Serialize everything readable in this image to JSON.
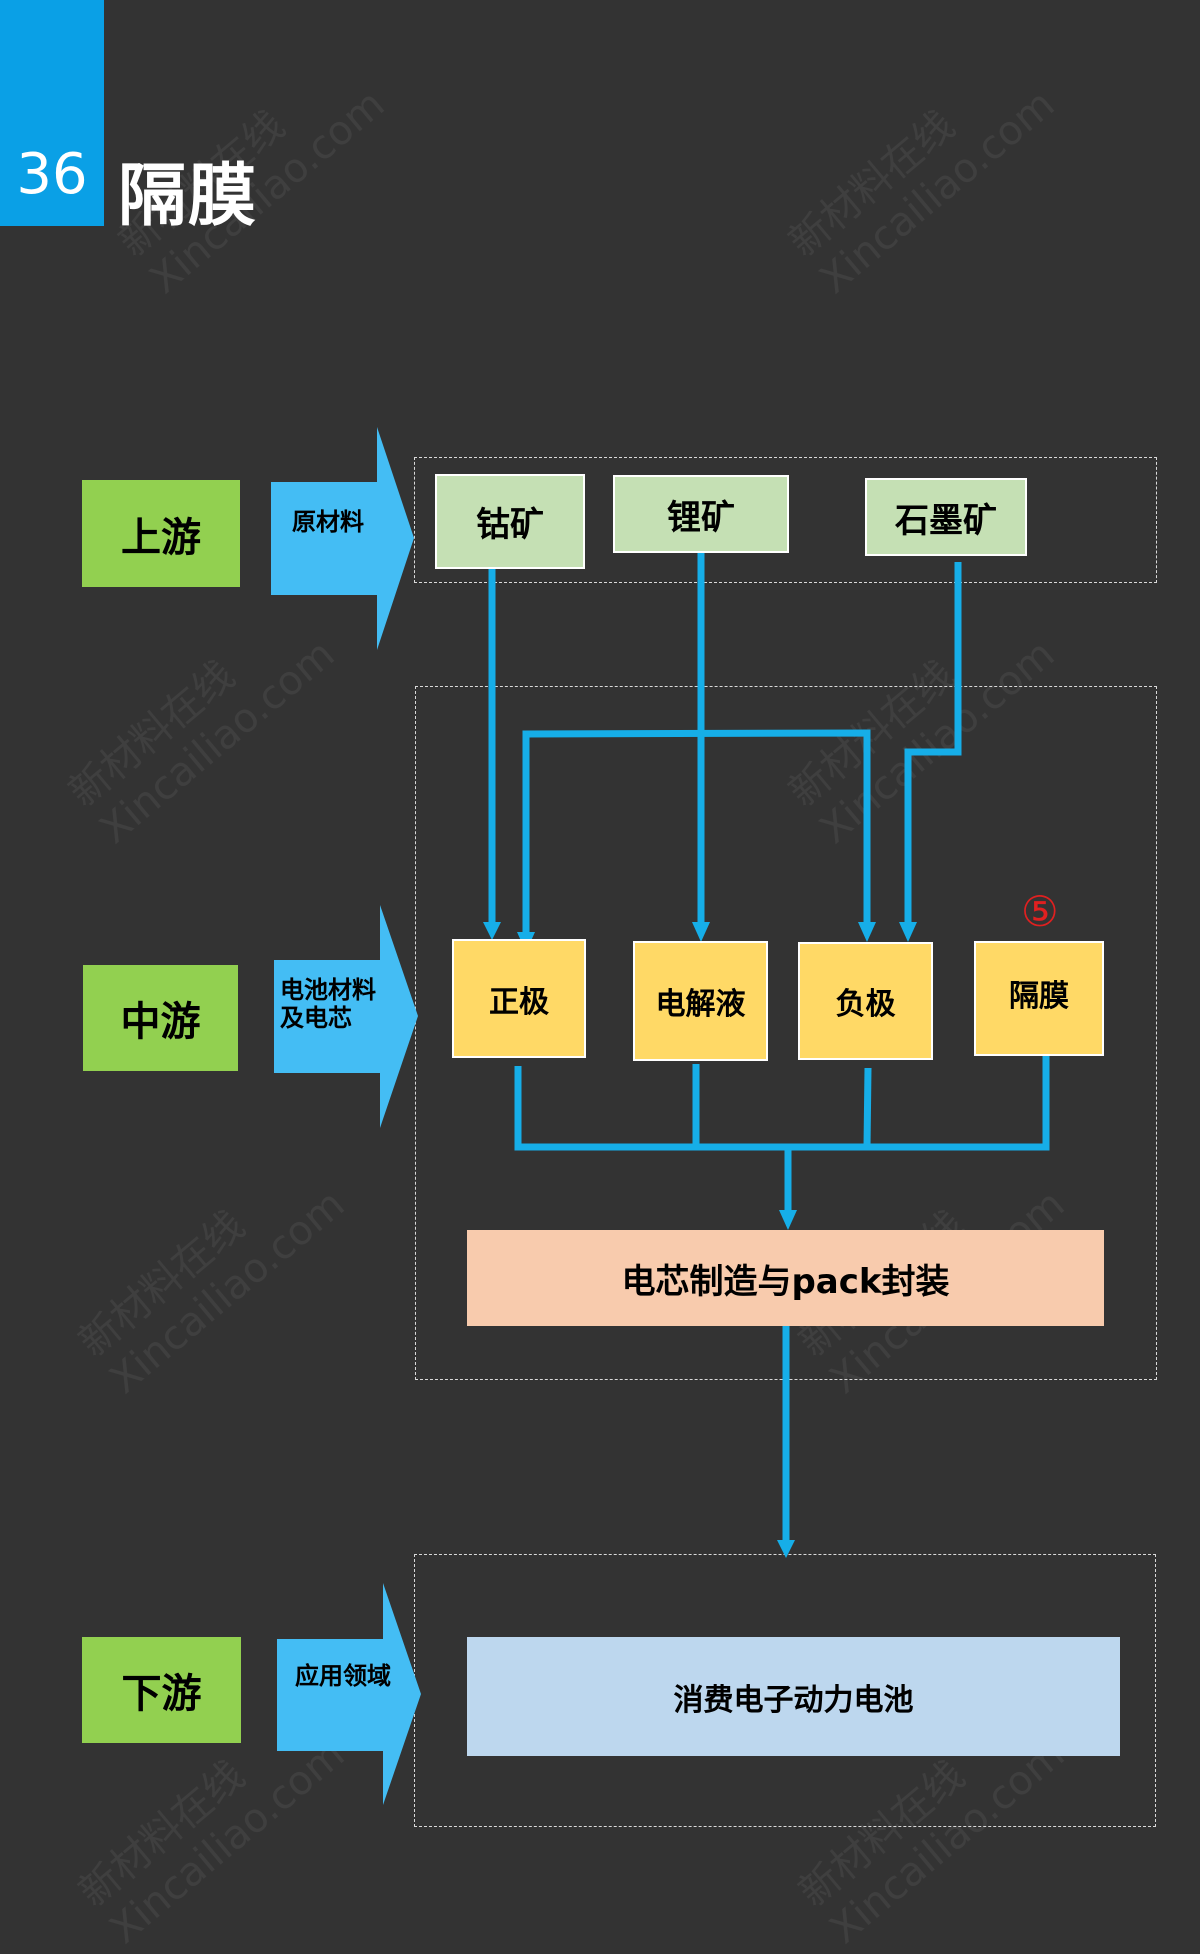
{
  "header": {
    "number": "36",
    "title": "隔膜"
  },
  "stages": [
    {
      "name": "上游",
      "arrow_label": "原材料"
    },
    {
      "name": "中游",
      "arrow_label": "电池材料及电芯"
    },
    {
      "name": "下游",
      "arrow_label": "应用领域"
    }
  ],
  "upstream": {
    "items": [
      "钴矿",
      "锂矿",
      "石墨矿"
    ]
  },
  "midstream": {
    "materials": [
      "正极",
      "电解液",
      "负极",
      "隔膜"
    ],
    "highlight_marker": "⑤",
    "assembly": "电芯制造与pack封装"
  },
  "downstream": {
    "application": "消费电子动力电池"
  },
  "watermark": {
    "line1": "新材料在线",
    "line2": "Xincailiao.com"
  },
  "colors": {
    "accent": "#0aa0e6",
    "arrow": "#44bdf4",
    "connector": "#16aee8",
    "stage": "#92d050",
    "marker": "#e02020"
  }
}
